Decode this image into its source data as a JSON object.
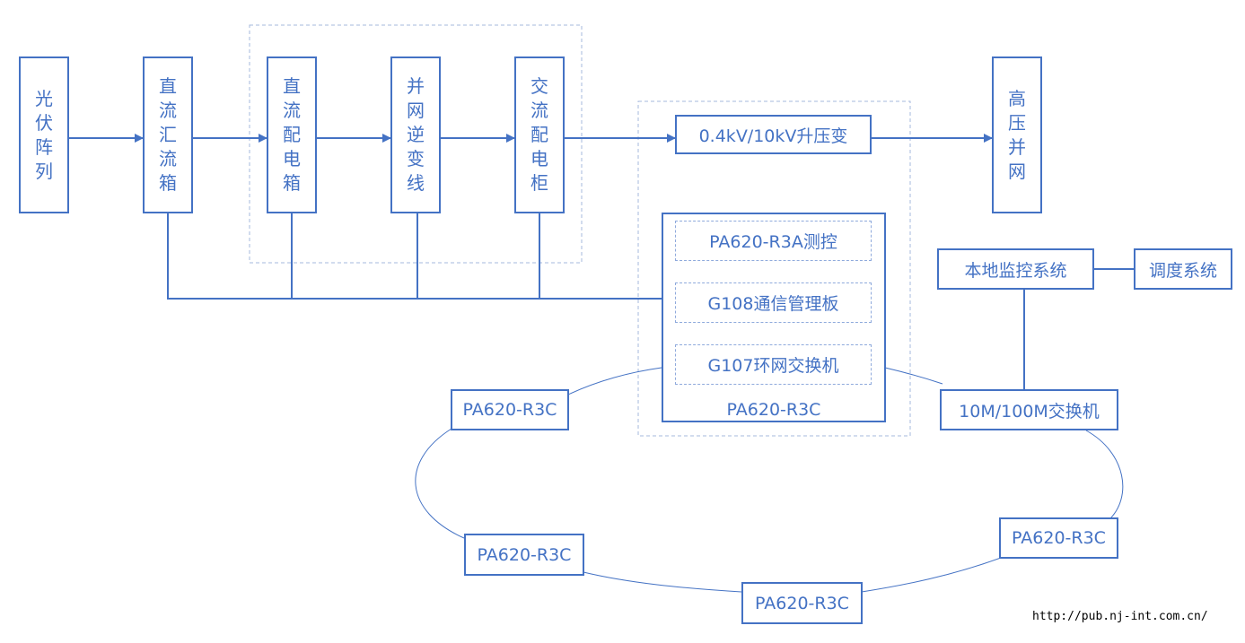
{
  "colors": {
    "stroke": "#4472C4",
    "dashed": "#8FAADC",
    "text": "#4472C4"
  },
  "flow": {
    "pv_array": "光\n伏\n阵\n列",
    "dc_combiner": "直\n流\n汇\n流\n箱",
    "dc_distribution": "直\n流\n配\n电\n箱",
    "inverter": "并\n网\n逆\n变\n线",
    "ac_cabinet": "交\n流\n配\n电\n柜",
    "transformer": "0.4kV/10kV升压变",
    "hv_grid": "高\n压\n并\n网"
  },
  "device": {
    "measure_control": "PA620-R3A测控",
    "comm_board": "G108通信管理板",
    "ring_switch": "G107环网交换机",
    "label": "PA620-R3C"
  },
  "monitoring": {
    "local_monitor": "本地监控系统",
    "dispatch": "调度系统",
    "switch": "10M/100M交换机"
  },
  "ring_nodes": [
    "PA620-R3C",
    "PA620-R3C",
    "PA620-R3C",
    "PA620-R3C"
  ],
  "watermark": "http://pub.nj-int.com.cn/"
}
